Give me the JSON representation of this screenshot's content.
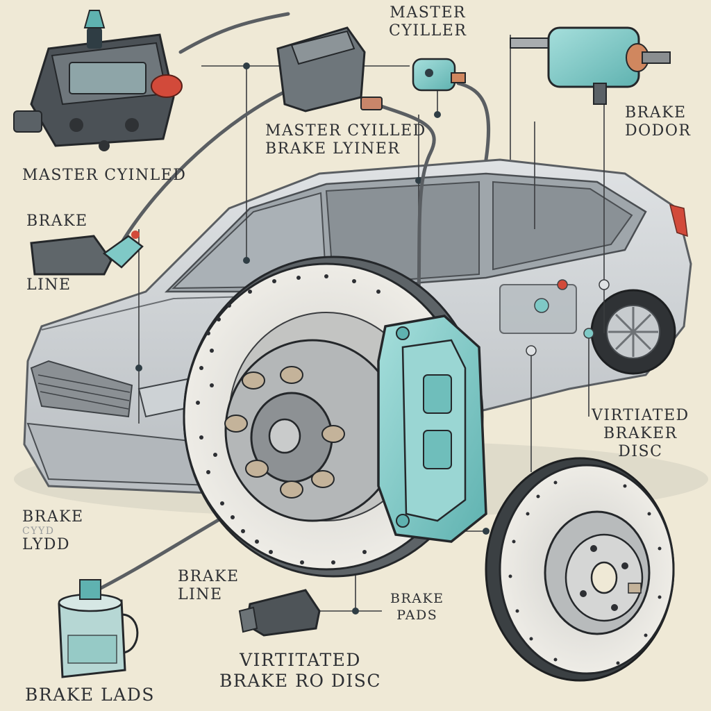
{
  "labels": {
    "master_cyliller_top": [
      "MASTER",
      "CYILLER"
    ],
    "master_cylinled_left": "MASTER CYINLED",
    "master_cylilled_center": [
      "MASTER CYILLED",
      "BRAKE LYINER"
    ],
    "brake_dodor": [
      "BRAKE",
      "DODOR"
    ],
    "brake_left": "BRAKE",
    "line_left": "LINE",
    "virtitated_braker_disc": [
      "VIRTIATED",
      "BRAKER",
      "DISC"
    ],
    "brake_cyydd": [
      "BRAKE",
      "CYYD",
      "LYDD"
    ],
    "brake_line_lower": [
      "BRAKE",
      "LINE"
    ],
    "brake_pads": [
      "BRAKE",
      "PADS"
    ],
    "virtitated_brake_disc": [
      "VIRTITATED",
      "BRAKE RO DISC"
    ],
    "brake_lads": "BRAKE LADS"
  },
  "colors": {
    "paper": "#efe9d6",
    "ink": "#2d2f33",
    "car_body": "#c9cdd0",
    "teal_accent": "#7fc9c6",
    "rotor": "#e4e2dc",
    "red_accent": "#d24a3a"
  },
  "icons": {
    "master_cylinder": "master-cylinder-icon",
    "brake_caliper": "brake-caliper-icon",
    "brake_rotor": "brake-rotor-icon",
    "brake_pad": "brake-pad-icon",
    "fluid_reservoir": "fluid-reservoir-icon"
  }
}
